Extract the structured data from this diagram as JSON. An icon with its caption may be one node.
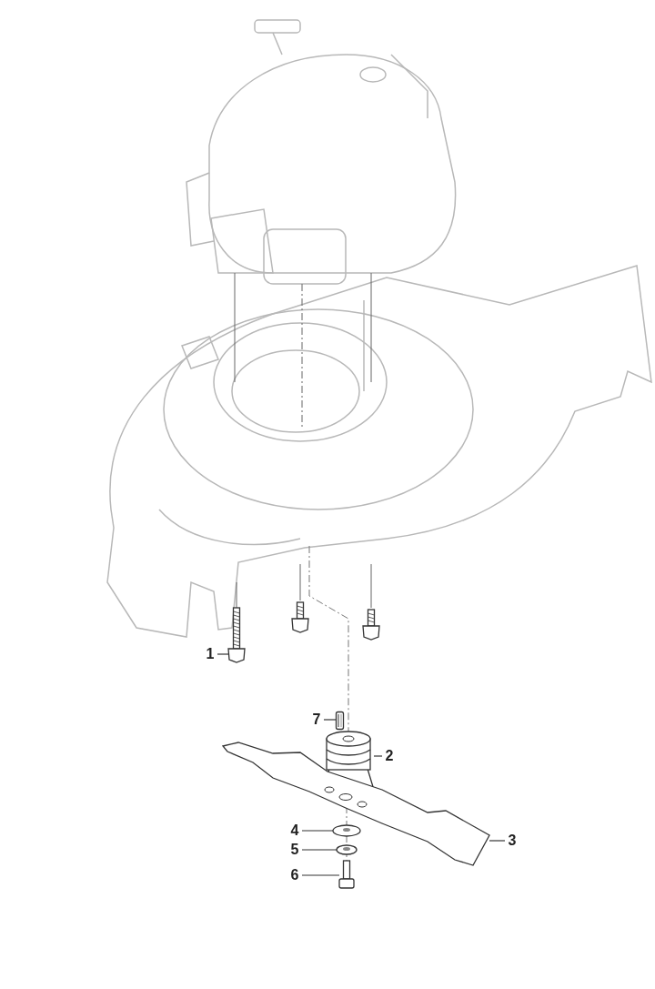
{
  "diagram": {
    "nodes": [
      {
        "text": [
          "1"
        ]
      },
      {
        "text": [
          "2"
        ]
      },
      {
        "text": [
          "3"
        ]
      },
      {
        "text": [
          "4"
        ]
      },
      {
        "text": [
          "5"
        ]
      },
      {
        "text": [
          "6"
        ]
      },
      {
        "text": [
          "7"
        ]
      },
      {
        "text": [],
        "shape": "picture"
      },
      {
        "text": [],
        "shape": "picture"
      },
      {
        "text": [],
        "shape": "picture"
      },
      {
        "text": [],
        "shape": "picture"
      },
      {
        "text": [],
        "shape": "picture"
      },
      {
        "text": [],
        "shape": "picture"
      },
      {
        "text": [],
        "shape": "picture"
      }
    ],
    "edges": [
      {
        "from": 0,
        "to": 7,
        "arrow": "none"
      },
      {
        "from": 1,
        "to": 8,
        "arrow": "none"
      },
      {
        "from": 2,
        "to": 9,
        "arrow": "none"
      },
      {
        "from": 3,
        "to": 10,
        "arrow": "none"
      },
      {
        "from": 4,
        "to": 11,
        "arrow": "none"
      },
      {
        "from": 5,
        "to": 12,
        "arrow": "none"
      },
      {
        "from": 6,
        "to": 13,
        "arrow": "none"
      }
    ]
  }
}
